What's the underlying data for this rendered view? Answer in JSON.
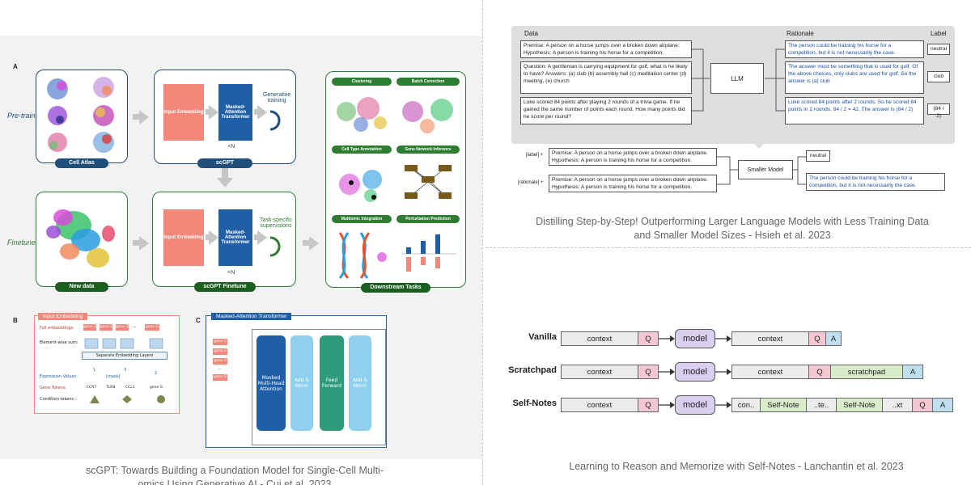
{
  "scgpt": {
    "letter_a": "A",
    "letter_b": "B",
    "letter_c": "C",
    "pretrain_label": "Pre-train",
    "finetune_label": "Finetune",
    "cell_atlas": "Cell Atlas",
    "new_data": "New data",
    "input_embedding": "Input Embedding",
    "masked_transformer": "Masked-Attention Transformer",
    "times_n": "×N",
    "generative_training": "Generative training",
    "task_specific": "Task-specific supervisions",
    "scgpt_label": "scGPT",
    "scgpt_finetune_label": "scGPT Finetune",
    "downstream_tasks": "Downstream Tasks",
    "tasks": [
      "Clustering",
      "Batch Correction",
      "Cell Type Annotation",
      "Gene Network Inference",
      "Multiomic Integration",
      "Perturbation Prediction"
    ],
    "input_embedding_panel": {
      "title": "Input Embedding",
      "full_embeddings": "Full embeddings:",
      "genes": [
        "gene 1",
        "gene 2",
        "gene 3",
        "gene G"
      ],
      "ellipsis": "...",
      "elementwise_sum": "Element-wise sum:",
      "separate_layers": "Separate Embedding Layers",
      "expression_values": "Expression Values:",
      "values": [
        "1",
        "[mask]",
        "3",
        "2"
      ],
      "gene_tokens_label": "Gene Tokens:",
      "gene_tokens": [
        "CCR7",
        "TLR8",
        "CCL1",
        "gene G"
      ],
      "condition_tokens": "Condition tokens :"
    },
    "transformer_panel": {
      "title": "Masked-Attention Transformer",
      "genes": [
        "gene 1",
        "gene 2",
        "gene 3",
        "...",
        "gene G"
      ],
      "mhsa": "Masked Multi-Head Attention",
      "add_norm": "Add & Norm",
      "feed_forward": "Feed Forward"
    },
    "caption": "scGPT: Towards Building a Foundation Model for Single-Cell Multi-omics Using Generative AI - Cui et al. 2023"
  },
  "distilling": {
    "headers": {
      "data": "Data",
      "rationale": "Rationale",
      "label": "Label"
    },
    "rows": [
      {
        "data": "Premise: A person on a horse jumps over a broken down airplane. Hypothesis: A person is training his horse for a competition.",
        "rationale": "The person could be training his horse for a competition, but it is not necessarily the case.",
        "label": "neutral"
      },
      {
        "data": "Question: A gentleman is carrying equipment for golf, what is he likely to have? Answers: (a) club (b) assembly hall (c) meditation center (d) meeting, (e) church",
        "rationale": "The answer must be something that is used for golf. Of the above choices, only clubs are used for golf. So the answer is (a) club",
        "label": "club"
      },
      {
        "data": "Luke scored 84 points after playing 2 rounds of a trivia game. If he gained the same number of points each round. How many points did he score per round?",
        "rationale": "Luke scored 84 points after 2 rounds. So he scored 84 points in 2 rounds. 84 / 2 = 42. The answer is (84 / 2)",
        "label": "(84 / 2)"
      }
    ],
    "llm": "LLM",
    "student": {
      "label_tag": "[label] +",
      "rationale_tag": "[rationale] +",
      "input_text": "Premise: A person on a horse jumps over a broken down airplane. Hypothesis: A person is training his horse for a competition.",
      "model": "Smaller Model",
      "out_label": "neutral",
      "out_rationale": "The person could be training his horse for a competition, but it is not necessarily the case."
    },
    "caption": "Distilling Step-by-Step! Outperforming Larger Language Models with Less Training Data and Smaller Model Sizes - Hsieh et al. 2023"
  },
  "selfnotes": {
    "rows": [
      {
        "name": "Vanilla",
        "input": [
          "context",
          "Q"
        ],
        "model": "model",
        "output": [
          "context",
          "Q",
          "A"
        ]
      },
      {
        "name": "Scratchpad",
        "input": [
          "context",
          "Q"
        ],
        "model": "model",
        "output": [
          "context",
          "Q",
          "scratchpad",
          "A"
        ]
      },
      {
        "name": "Self-Notes",
        "input": [
          "context",
          "Q"
        ],
        "model": "model",
        "output": [
          "con..",
          "Self-Note",
          "..te..",
          "Self-Note",
          "..xt",
          "Q",
          "A"
        ]
      }
    ],
    "colors": {
      "context": "#ececec",
      "q": "#f4c7d3",
      "a": "#bfe0ec",
      "note": "#d9ecc9",
      "model": "#d9cfee"
    },
    "caption": "Learning to Reason and Memorize with Self-Notes - Lanchantin et al. 2023"
  }
}
